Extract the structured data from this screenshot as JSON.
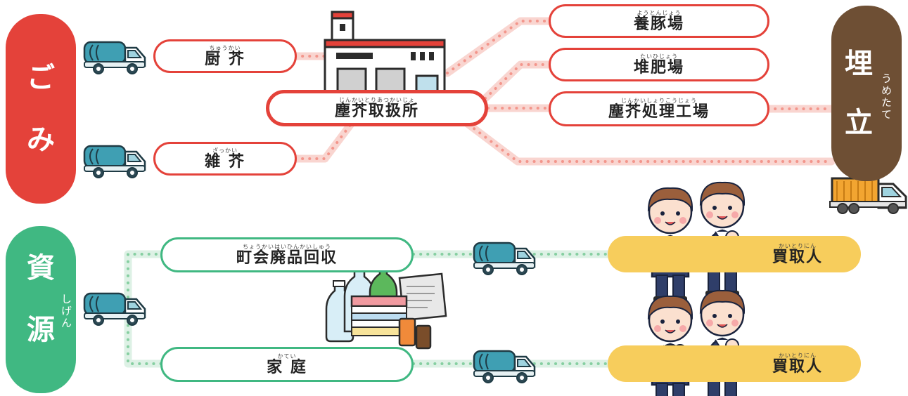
{
  "gomi": {
    "char1": "ご",
    "char2": "み"
  },
  "shigen": {
    "char1": "資",
    "char2": "源",
    "furigana": "しげん"
  },
  "umetate": {
    "char1": "埋",
    "char2": "立",
    "furigana": "うめたて"
  },
  "nodes": {
    "chukai": {
      "furigana": "ちゅうかい",
      "label": "厨 芥"
    },
    "zakkai": {
      "furigana": "ざっかい",
      "label": "雑 芥"
    },
    "jinkai_toriatsukai": {
      "furigana": "じんかいとりあつかいじょ",
      "label": "塵芥取扱所"
    },
    "yotonjo": {
      "furigana": "ようとんじょう",
      "label": "養豚場"
    },
    "taihijo": {
      "furigana": "たいひじょう",
      "label": "堆肥場"
    },
    "jinkai_shori": {
      "furigana": "じんかいしょりこうじょう",
      "label": "塵芥処理工場"
    },
    "chokai_haihin": {
      "furigana": "ちょうかいはいひんかいしゅう",
      "label": "町会廃品回収"
    },
    "katei": {
      "furigana": "かてい",
      "label": "家 庭"
    },
    "kaitori1": {
      "furigana": "かいとりにん",
      "label": "買取人"
    },
    "kaitori2": {
      "furigana": "かいとりにん",
      "label": "買取人"
    }
  },
  "colors": {
    "red": "#e4423a",
    "green": "#40b882",
    "brown": "#6e4f34",
    "yellow": "#f7cd5c",
    "truck": "#3f9fb3"
  },
  "icons": [
    "garbage-truck-icon",
    "factory-icon",
    "dump-truck-icon",
    "recyclables-icon",
    "workers-icon"
  ]
}
